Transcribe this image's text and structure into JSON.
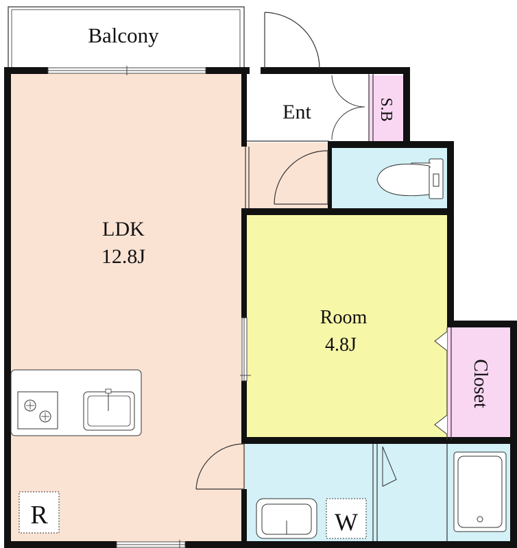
{
  "rooms": {
    "balcony": {
      "label": "Balcony"
    },
    "entrance": {
      "label": "Ent"
    },
    "shoe_box": {
      "label": "S.B"
    },
    "ldk": {
      "label": "LDK",
      "size": "12.8J"
    },
    "room": {
      "label": "Room",
      "size": "4.8J"
    },
    "closet": {
      "label": "Closet"
    },
    "fridge": {
      "label": "R"
    },
    "washer": {
      "label": "W"
    }
  },
  "colors": {
    "ldk_fill": "#fbe3d4",
    "room_fill": "#f7f7a8",
    "wet_fill": "#d3f1f6",
    "closet_fill": "#f9d7f2",
    "wall": "#111111"
  }
}
